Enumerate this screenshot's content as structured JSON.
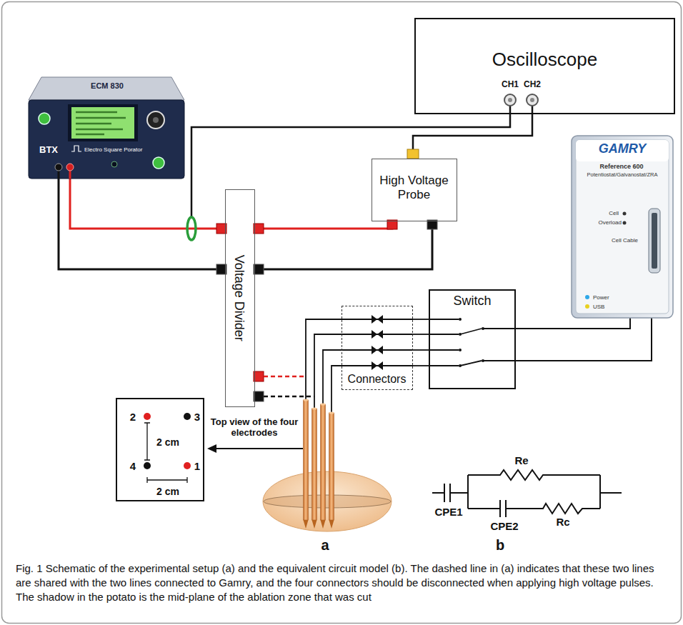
{
  "diagram": {
    "caption": "Fig. 1 Schematic of the experimental setup (a) and the equivalent circuit model (b). The dashed line in (a) indicates that these two lines are shared with the two lines connected to Gamry, and the four connectors should be disconnected when applying high voltage pulses. The shadow in the potato is the mid-plane of the ablation zone that was cut",
    "nodes": [
      {
        "text": [
          "Oscilloscope",
          "CH1",
          "CH2"
        ]
      },
      {
        "text": [
          "ECM 830",
          "BTX",
          "Electro Square Porator"
        ]
      },
      {
        "text": [
          "High Voltage Probe"
        ]
      },
      {
        "text": [
          "Voltage Divider"
        ]
      },
      {
        "text": [
          "GAMRY",
          "Reference 600",
          "Potentiostat/Galvanostat/ZRA",
          "Cell",
          "Overload",
          "Cell Cable",
          "Power",
          "USB"
        ]
      },
      {
        "text": [
          "Switch"
        ]
      },
      {
        "text": [
          "Connectors"
        ]
      },
      {
        "text": [
          "2",
          "3",
          "4",
          "1",
          "2 cm",
          "2 cm"
        ]
      }
    ],
    "edges": [
      {
        "from": 1,
        "to": 3,
        "arrow": "none"
      },
      {
        "from": 1,
        "to": 3,
        "arrow": "none"
      },
      {
        "from": 3,
        "to": 2,
        "arrow": "none"
      },
      {
        "from": 3,
        "to": 2,
        "arrow": "none"
      },
      {
        "from": 2,
        "to": 0,
        "arrow": "none"
      },
      {
        "from": 6,
        "to": 5,
        "arrow": "none"
      },
      {
        "from": 6,
        "to": 5,
        "arrow": "none"
      },
      {
        "from": 6,
        "to": 5,
        "arrow": "none"
      },
      {
        "from": 6,
        "to": 5,
        "arrow": "none"
      },
      {
        "from": 5,
        "to": 4,
        "arrow": "none"
      },
      {
        "from": 5,
        "to": 4,
        "arrow": "none"
      }
    ],
    "labels": [
      "Top view of the four electrodes",
      "a",
      "b",
      "Re",
      "CPE1",
      "CPE2",
      "Rc"
    ]
  }
}
